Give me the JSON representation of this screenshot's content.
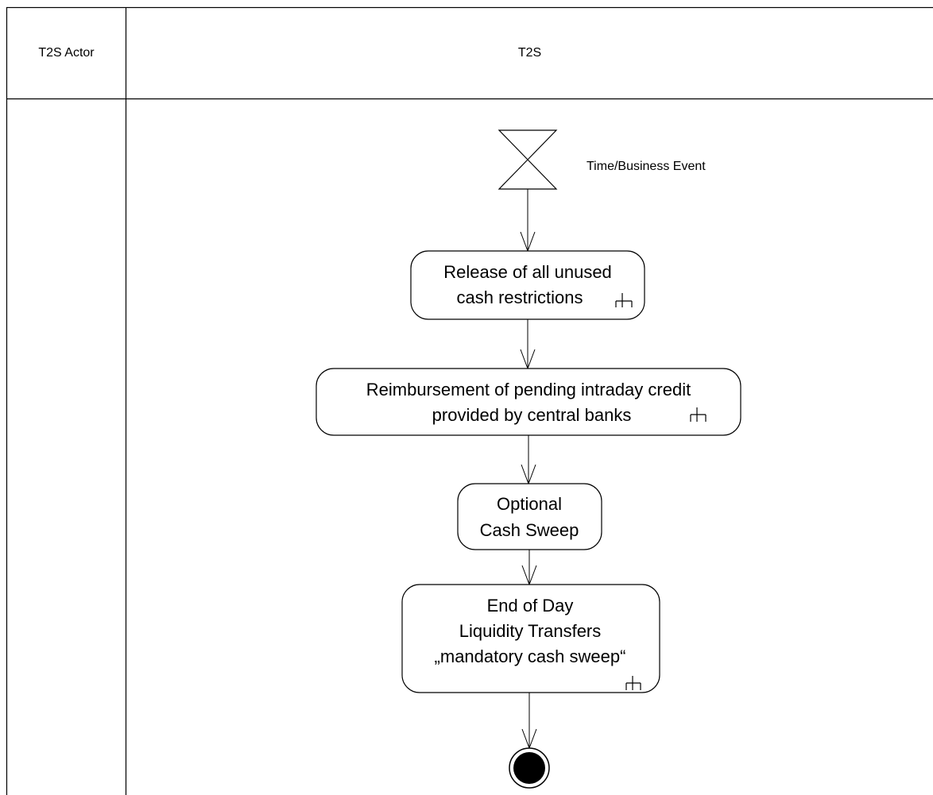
{
  "swimlanes": {
    "actor_header": "T2S Actor",
    "system_header": "T2S"
  },
  "diagram": {
    "event_label": "Time/Business Event",
    "activities": [
      {
        "lines": [
          "Release of all unused",
          "cash restrictions"
        ],
        "has_subactivity_icon": true
      },
      {
        "lines": [
          "Reimbursement of pending intraday credit",
          "provided by central banks"
        ],
        "has_subactivity_icon": true
      },
      {
        "lines": [
          "Optional",
          "Cash Sweep"
        ],
        "has_subactivity_icon": false
      },
      {
        "lines": [
          "End of Day",
          "Liquidity Transfers",
          "„mandatory cash sweep“"
        ],
        "has_subactivity_icon": true
      }
    ],
    "final_node": "activity-final"
  }
}
